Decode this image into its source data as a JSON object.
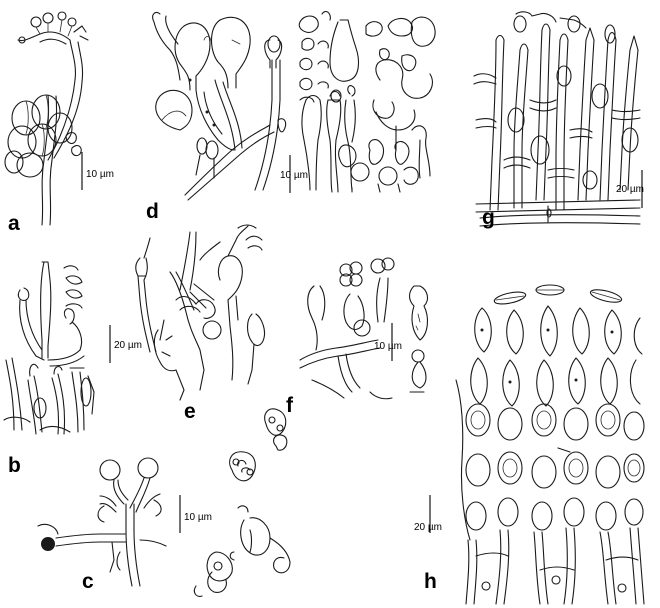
{
  "figure": {
    "panels": [
      {
        "id": "a",
        "label": "a",
        "scale": "10 µm"
      },
      {
        "id": "b",
        "label": "b",
        "scale": "20 µm"
      },
      {
        "id": "c",
        "label": "c",
        "scale": "10 µm"
      },
      {
        "id": "d",
        "label": "d",
        "scale": "10 µm"
      },
      {
        "id": "e",
        "label": "e",
        "scale": ""
      },
      {
        "id": "f",
        "label": "f",
        "scale": "10 µm"
      },
      {
        "id": "g",
        "label": "g",
        "scale": "20 µm"
      },
      {
        "id": "h",
        "label": "h",
        "scale": "20 µm"
      }
    ]
  }
}
